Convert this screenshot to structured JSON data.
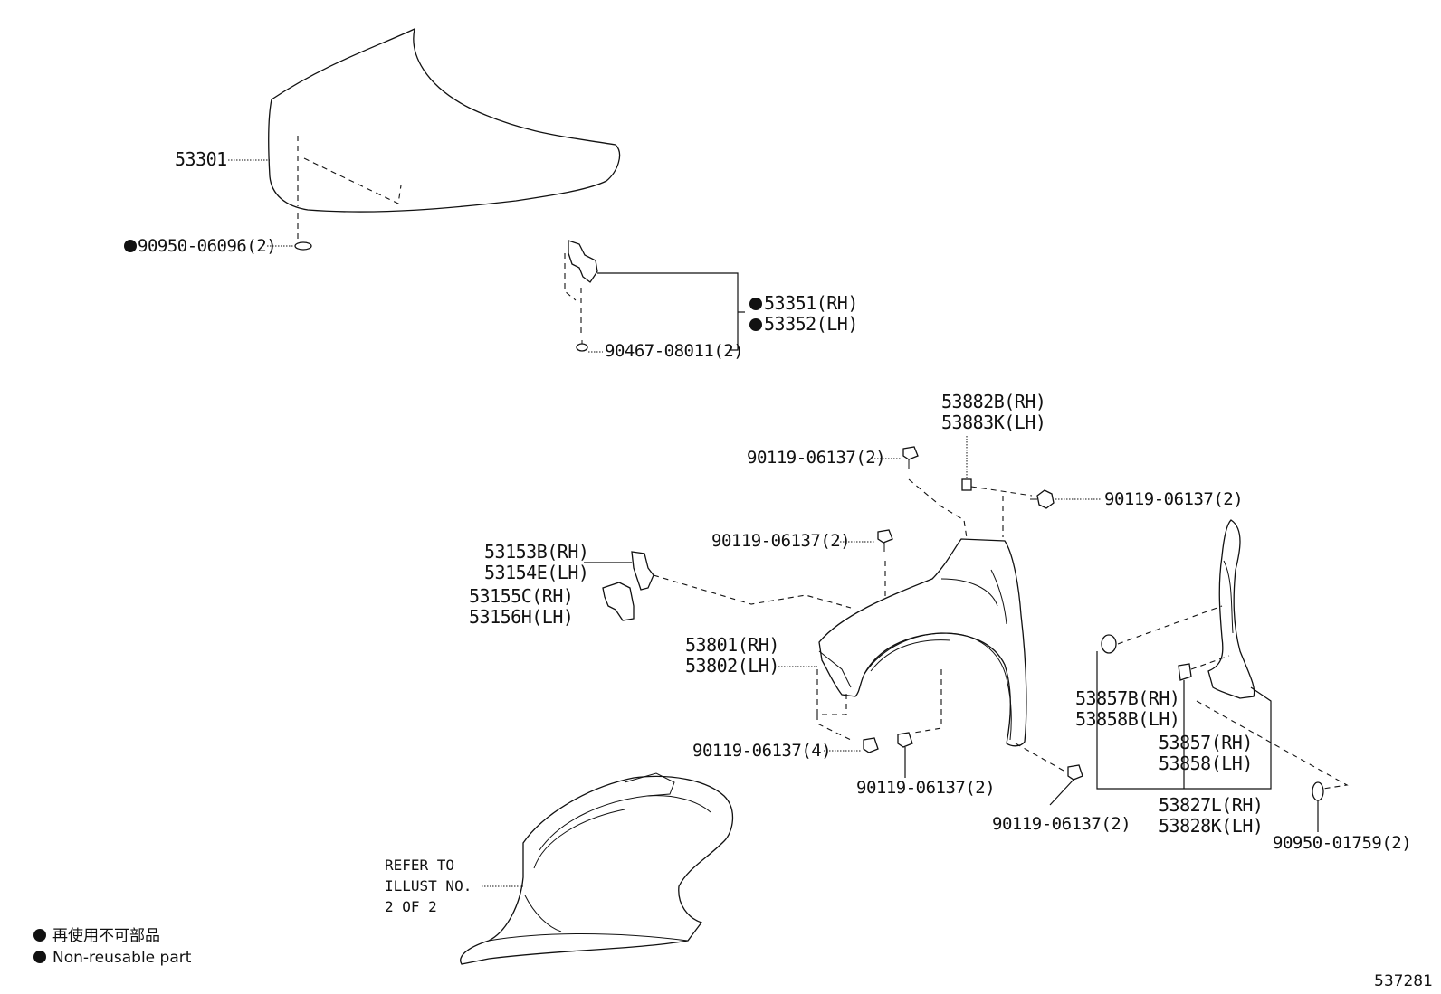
{
  "diagram_id": "537281",
  "callouts": {
    "hood": "53301",
    "hood_grommet": "90950-06096(2)",
    "hinge_rh": "53351(RH)",
    "hinge_lh": "53352(LH)",
    "hinge_clip": "90467-08011(2)",
    "seal_rh": "53882B(RH)",
    "seal_lh": "53883K(LH)",
    "bolt_top_left": "90119-06137(2)",
    "bolt_top_right": "90119-06137(2)",
    "bolt_mid": "90119-06137(2)",
    "bracket_a_rh": "53153B(RH)",
    "bracket_a_lh": "53154E(LH)",
    "bracket_b_rh": "53155C(RH)",
    "bracket_b_lh": "53156H(LH)",
    "fender_rh": "53801(RH)",
    "fender_lh": "53802(LH)",
    "bolt_bottom_4": "90119-06137(4)",
    "bolt_bottom_center": "90119-06137(2)",
    "bolt_bottom_right": "90119-06137(2)",
    "clip_rh": "53857B(RH)",
    "clip_lh": "53858B(LH)",
    "panel_rh": "53857(RH)",
    "panel_lh": "53858(LH)",
    "seal_set_rh": "53827L(RH)",
    "seal_set_lh": "53828K(LH)",
    "grommet_right": "90950-01759(2)"
  },
  "liner_note": {
    "line1": "REFER TO",
    "line2": "ILLUST NO.",
    "line3": "2 OF 2"
  },
  "legend": {
    "symbol": "●",
    "japanese": "再使用不可部品",
    "english": "Non-reusable part"
  },
  "icons": {
    "non_reusable_marker": "filled-circle-icon"
  }
}
